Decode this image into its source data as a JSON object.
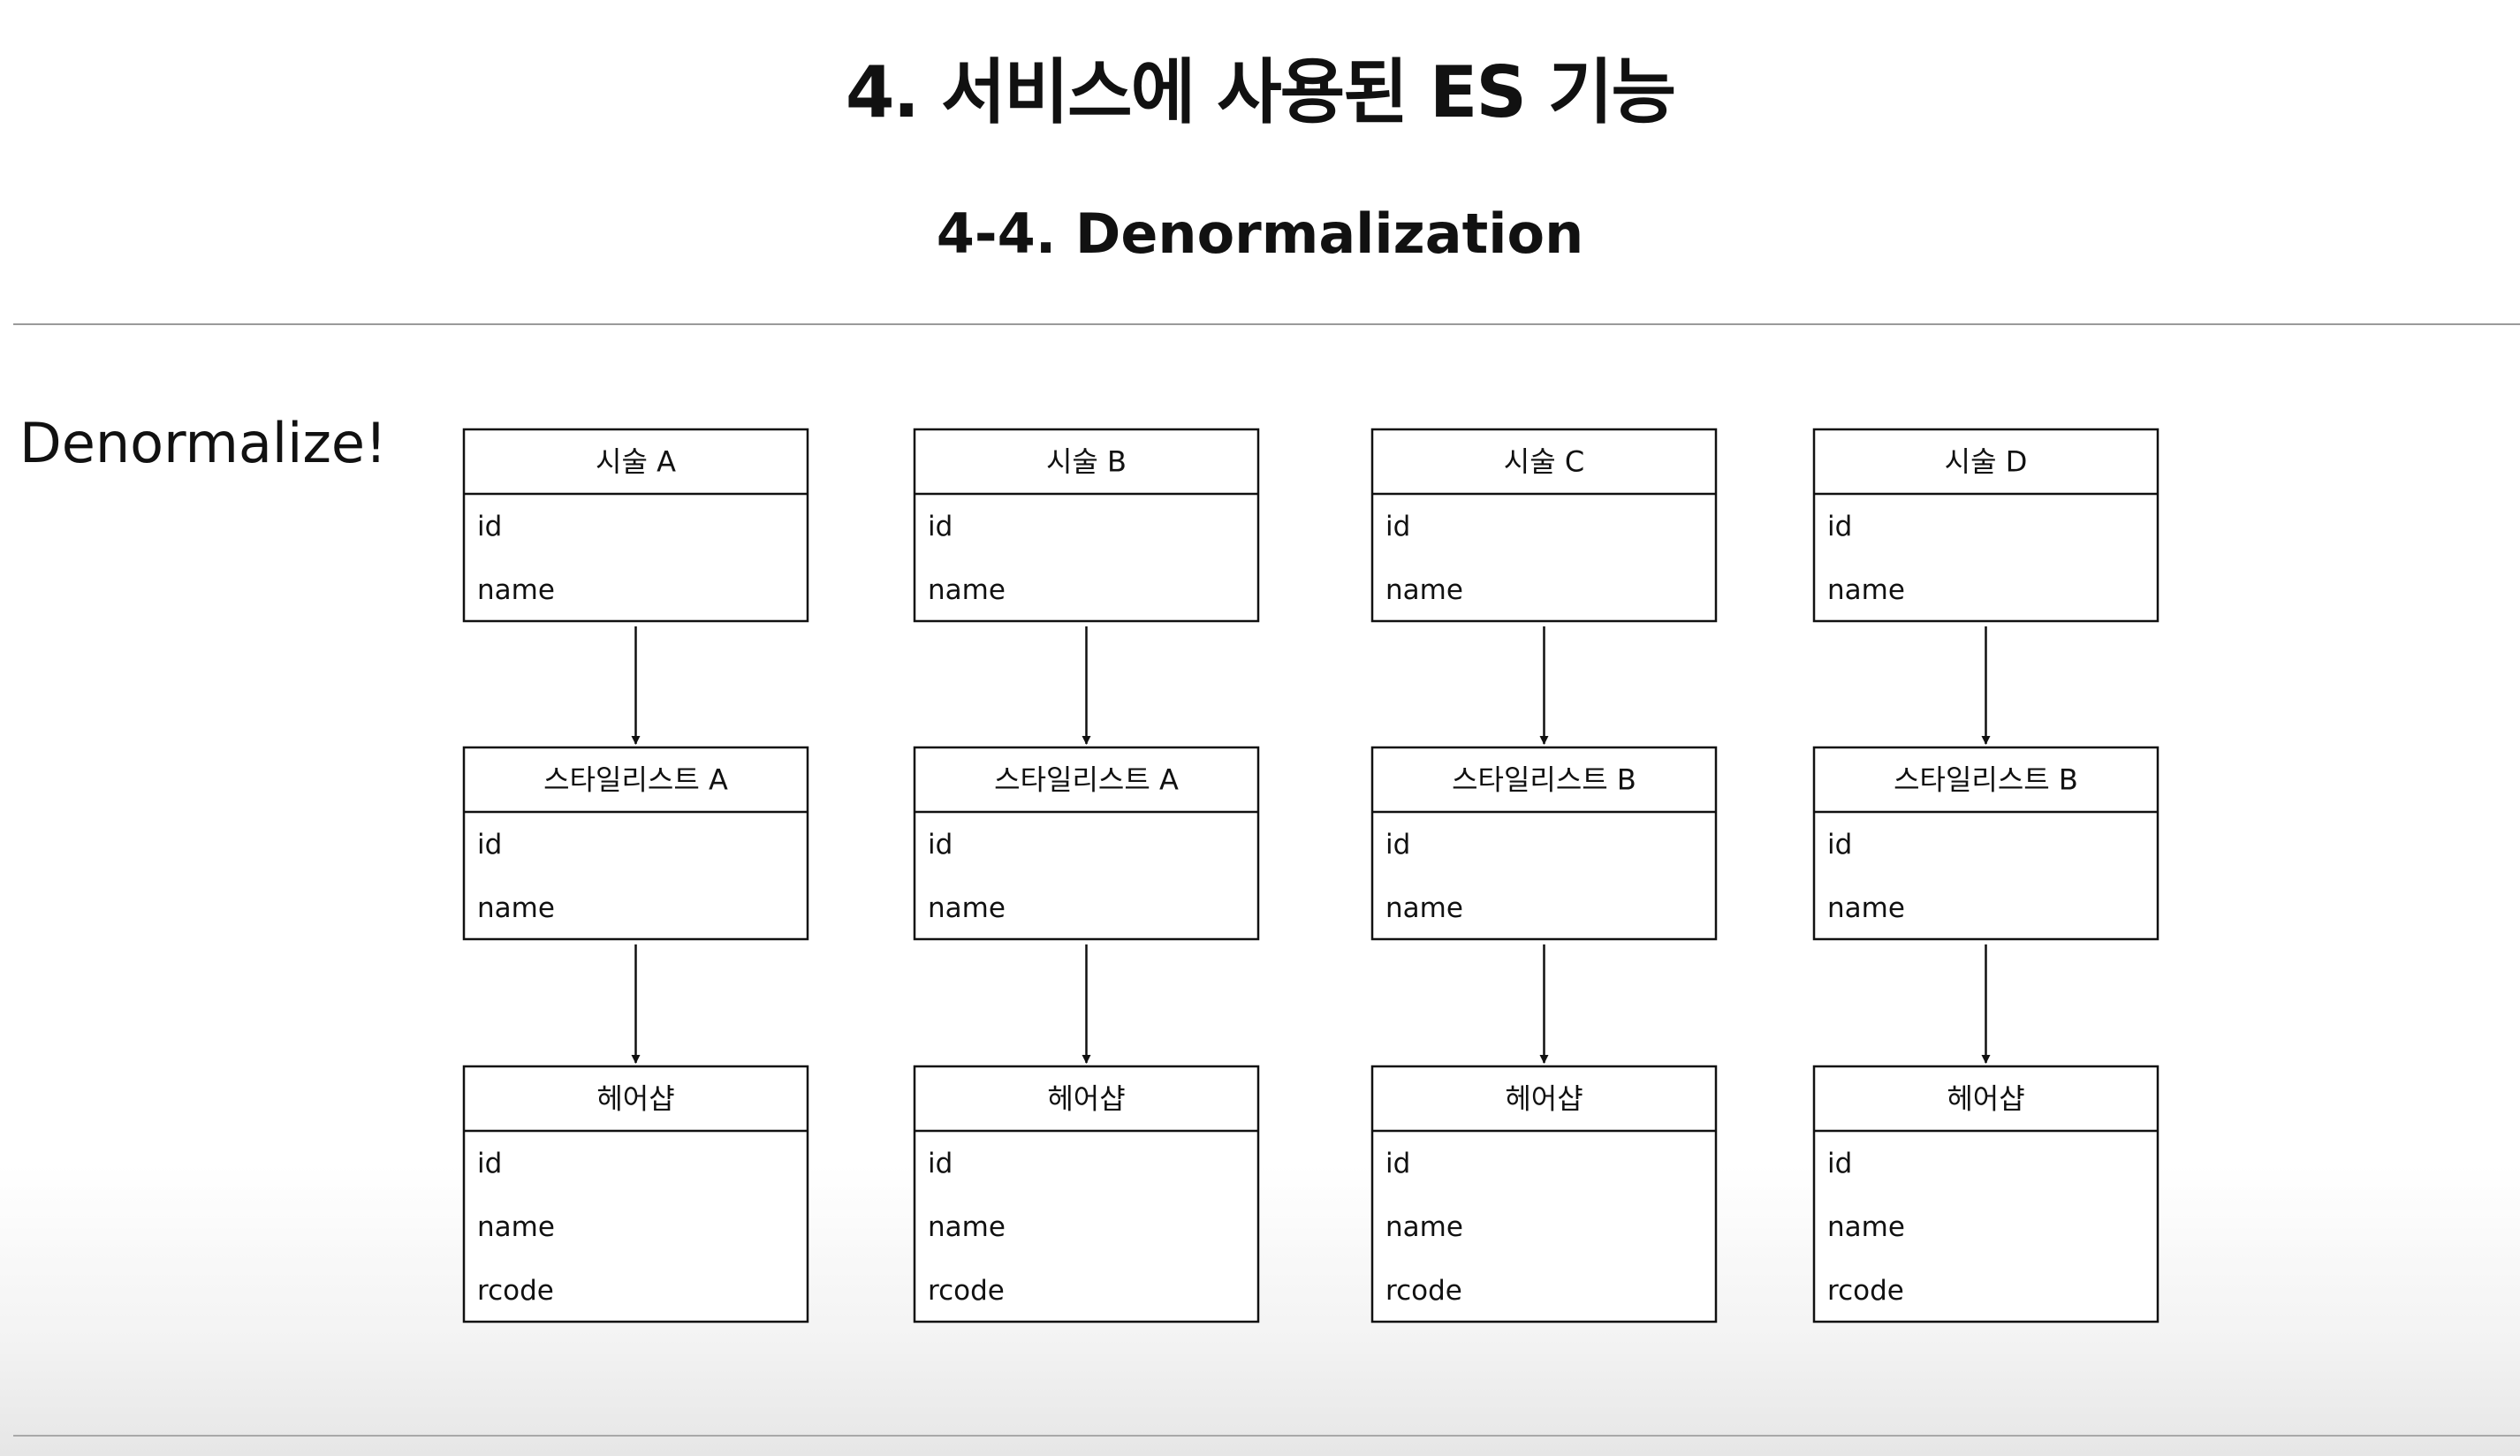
{
  "slide": {
    "title": "4. 서비스에 사용된 ES 기능",
    "subtitle": "4-4. Denormalization",
    "side_label": "Denormalize!"
  },
  "colors": {
    "background": "#ffffff",
    "border": "#111111",
    "text": "#111111",
    "divider": "#9a9a9a"
  },
  "diagram": {
    "columns": [
      {
        "entities": [
          {
            "title": "시술 A",
            "fields": [
              "id",
              "name"
            ]
          },
          {
            "title": "스타일리스트 A",
            "fields": [
              "id",
              "name"
            ]
          },
          {
            "title": "헤어샵",
            "fields": [
              "id",
              "name",
              "rcode"
            ]
          }
        ]
      },
      {
        "entities": [
          {
            "title": "시술 B",
            "fields": [
              "id",
              "name"
            ]
          },
          {
            "title": "스타일리스트 A",
            "fields": [
              "id",
              "name"
            ]
          },
          {
            "title": "헤어샵",
            "fields": [
              "id",
              "name",
              "rcode"
            ]
          }
        ]
      },
      {
        "entities": [
          {
            "title": "시술 C",
            "fields": [
              "id",
              "name"
            ]
          },
          {
            "title": "스타일리스트 B",
            "fields": [
              "id",
              "name"
            ]
          },
          {
            "title": "헤어샵",
            "fields": [
              "id",
              "name",
              "rcode"
            ]
          }
        ]
      },
      {
        "entities": [
          {
            "title": "시술 D",
            "fields": [
              "id",
              "name"
            ]
          },
          {
            "title": "스타일리스트 B",
            "fields": [
              "id",
              "name"
            ]
          },
          {
            "title": "헤어샵",
            "fields": [
              "id",
              "name",
              "rcode"
            ]
          }
        ]
      }
    ]
  }
}
